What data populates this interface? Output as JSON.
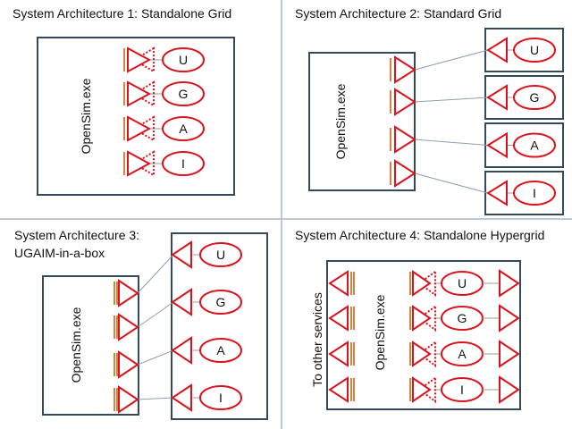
{
  "quadrants": [
    {
      "title": "System Architecture 1: Standalone Grid",
      "process_label": "OpenSim.exe"
    },
    {
      "title": "System Architecture 2: Standard Grid",
      "process_label": "OpenSim.exe"
    },
    {
      "title_line1": "System Architecture 3:",
      "title_line2": "UGAIM-in-a-box",
      "process_label": "OpenSim.exe"
    },
    {
      "title": "System Architecture 4: Standalone Hypergrid",
      "process_label": "OpenSim.exe",
      "side_label": "To other services"
    }
  ],
  "services": [
    "U",
    "G",
    "A",
    "I"
  ],
  "colors": {
    "red": "#d9141c",
    "orange": "#d0762a",
    "box": "#34495e",
    "divider": "#a7b7cb",
    "connector": "#8e9fb2"
  }
}
